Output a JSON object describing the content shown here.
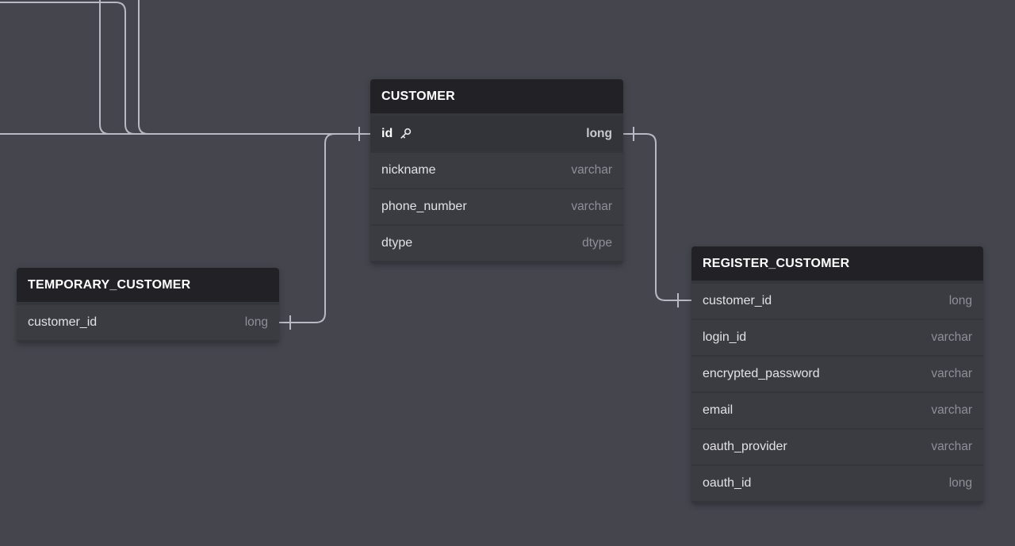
{
  "canvas": {
    "background_color": "#45454e",
    "line_color": "#b9b9c3",
    "header_color": "#222226",
    "row_color": "#3b3b42",
    "pk_row_color": "#33333a"
  },
  "tables": [
    {
      "name": "CUSTOMER",
      "columns": [
        {
          "name": "id",
          "type": "long",
          "pk": true,
          "icon": "key-icon"
        },
        {
          "name": "nickname",
          "type": "varchar"
        },
        {
          "name": "phone_number",
          "type": "varchar"
        },
        {
          "name": "dtype",
          "type": "dtype"
        }
      ]
    },
    {
      "name": "TEMPORARY_CUSTOMER",
      "columns": [
        {
          "name": "customer_id",
          "type": "long"
        }
      ]
    },
    {
      "name": "REGISTER_CUSTOMER",
      "columns": [
        {
          "name": "customer_id",
          "type": "long"
        },
        {
          "name": "login_id",
          "type": "varchar"
        },
        {
          "name": "encrypted_password",
          "type": "varchar"
        },
        {
          "name": "email",
          "type": "varchar"
        },
        {
          "name": "oauth_provider",
          "type": "varchar"
        },
        {
          "name": "oauth_id",
          "type": "long"
        }
      ]
    }
  ],
  "relationships": [
    {
      "id": "temporary_customer-to-customer",
      "from": "TEMPORARY_CUSTOMER.customer_id",
      "to": "CUSTOMER.id",
      "marker": "one"
    },
    {
      "id": "customer-to-register_customer",
      "from": "CUSTOMER.id",
      "to": "REGISTER_CUSTOMER.customer_id",
      "marker": "one"
    },
    {
      "id": "offscreen-left-edge-to-customer",
      "from": "offscreen-left",
      "to": "CUSTOMER.id"
    },
    {
      "id": "offscreen-top-left-corner-to-customer",
      "from": "offscreen-top-left",
      "to": "CUSTOMER.id"
    },
    {
      "id": "offscreen-top-1-to-customer",
      "from": "offscreen-top",
      "to": "CUSTOMER.id"
    },
    {
      "id": "offscreen-top-2-to-customer",
      "from": "offscreen-top",
      "to": "CUSTOMER.id"
    }
  ]
}
